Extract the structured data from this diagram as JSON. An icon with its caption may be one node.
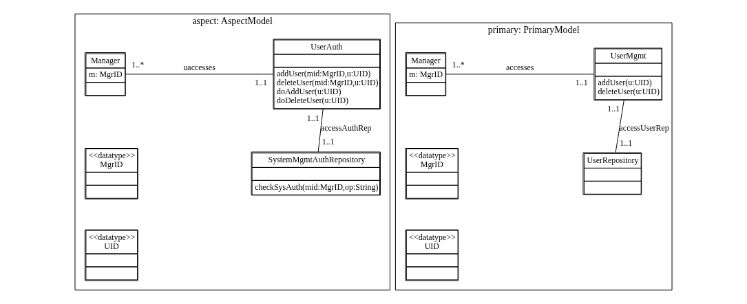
{
  "diagram": {
    "nodes": [
      {
        "text": [
          "aspect: AspectModel"
        ]
      },
      {
        "text": [
          "Manager",
          "m: MgrID"
        ],
        "in": 0
      },
      {
        "text": [
          "UserAuth",
          "addUser(mid:MgrID,u:UID)",
          "deleteUser(mid:MgrID,u:UID)",
          "doAddUser(u:UID)",
          "doDeleteUser(u:UID)"
        ],
        "in": 0
      },
      {
        "text": [
          "<<datatype>>",
          "MgrID"
        ],
        "in": 0
      },
      {
        "text": [
          "<<datatype>>",
          "UID"
        ],
        "in": 0
      },
      {
        "text": [
          "SystemMgmtAuthRepository",
          "checkSysAuth(mid:MgrID,op:String)"
        ],
        "in": 0
      },
      {
        "text": [
          "primary: PrimaryModel"
        ]
      },
      {
        "text": [
          "Manager",
          "m: MgrID"
        ],
        "in": 6
      },
      {
        "text": [
          "UserMgmt",
          "addUser(u:UID)",
          "deleteUser(u:UID)"
        ],
        "in": 6
      },
      {
        "text": [
          "<<datatype>>",
          "MgrID"
        ],
        "in": 6
      },
      {
        "text": [
          "<<datatype>>",
          "UID"
        ],
        "in": 6
      },
      {
        "text": [
          "UserRepository"
        ],
        "in": 6
      }
    ],
    "edges": [
      {
        "from": 1,
        "to": 2,
        "arrow": "none",
        "label": "uaccesses"
      },
      {
        "from": 2,
        "to": 5,
        "arrow": "none",
        "label": "accessAuthRep"
      },
      {
        "from": 7,
        "to": 8,
        "arrow": "none",
        "label": "accesses"
      },
      {
        "from": 8,
        "to": 11,
        "arrow": "none",
        "label": "accessUserRep"
      }
    ],
    "labels": [
      "1..*",
      "1..1",
      "1..1",
      "1..1",
      "1..*",
      "1..1",
      "1..1",
      "1..1"
    ]
  }
}
